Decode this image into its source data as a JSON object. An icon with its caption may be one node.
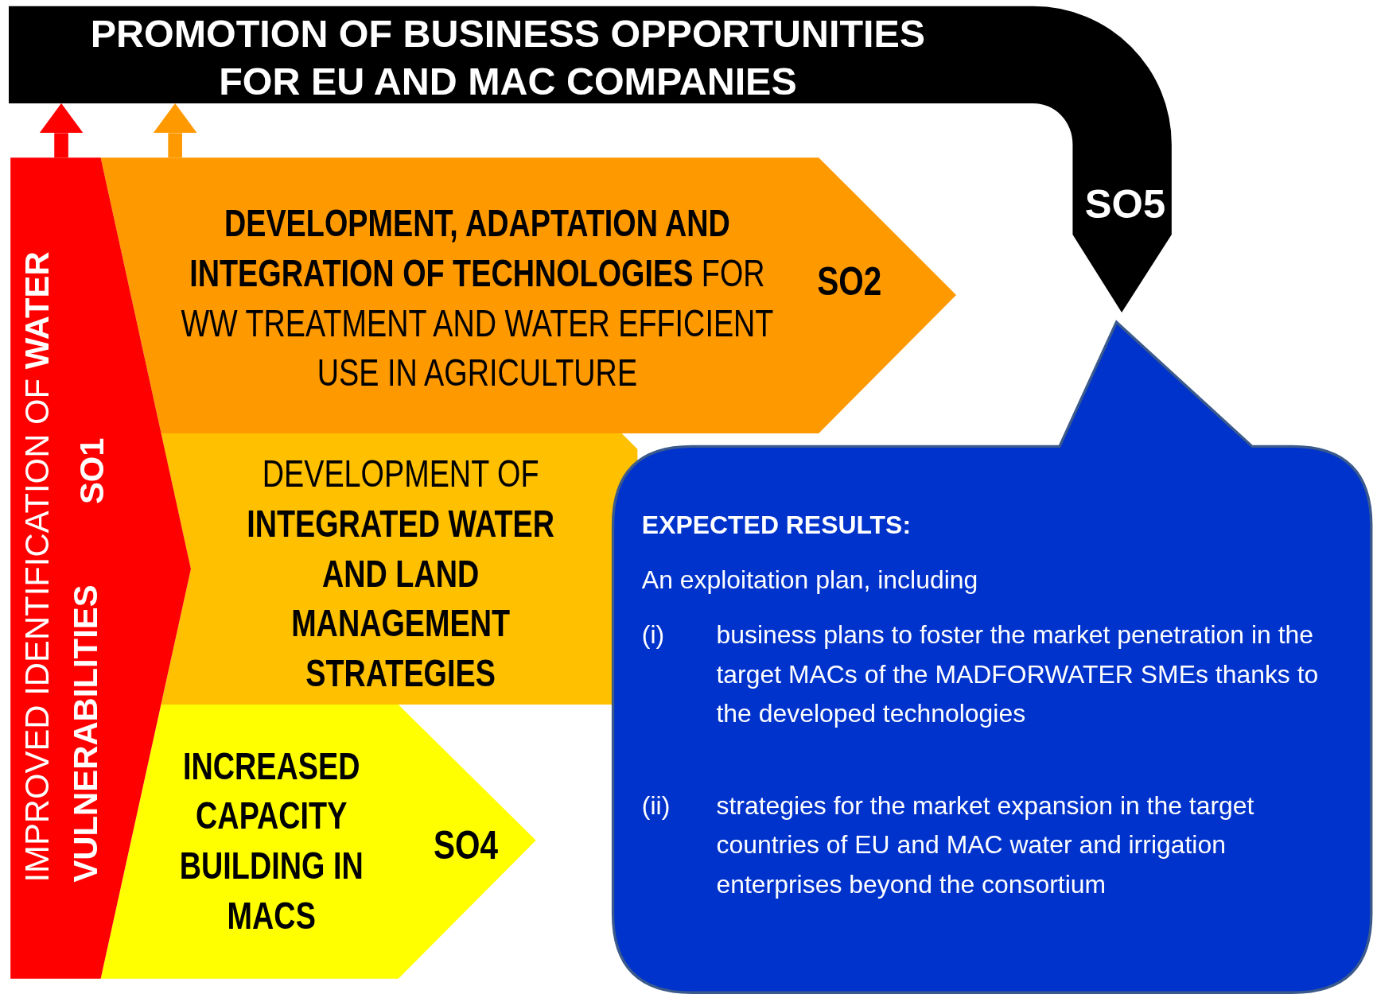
{
  "diagram": {
    "nodes": [
      {
        "text": [
          "PROMOTION OF BUSINESS OPPORTUNITIES FOR EU AND MAC COMPANIES",
          "SO5"
        ]
      },
      {
        "text": [
          "IMPROVED IDENTIFICATION OF **WATER VULNERABILITIES**",
          "SO1"
        ]
      },
      {
        "text": [
          "**DEVELOPMENT, ADAPTATION AND INTEGRATION OF TECHNOLOGIES** FOR WW TREATMENT AND WATER EFFICIENT USE IN AGRICULTURE",
          "SO2"
        ]
      },
      {
        "text": [
          "DEVELOPMENT OF **INTEGRATED WATER AND LAND MANAGEMENT STRATEGIES**"
        ]
      },
      {
        "text": [
          "INCREASED CAPACITY BUILDING IN MACS",
          "SO4"
        ]
      },
      {
        "text": [
          "EXPECTED RESULTS:",
          "An exploitation plan, including",
          "(i)",
          "business plans to foster the market penetration in the target MACs of the MADFORWATER SMEs thanks to the developed technologies",
          "(ii)",
          "strategies for the market expansion in the target countries of EU and MAC water and irrigation enterprises beyond the consortium"
        ]
      }
    ],
    "edges": [
      {
        "from": 1,
        "to": 0,
        "arrow": "to",
        "color": "#ff0000"
      },
      {
        "from": 2,
        "to": 0,
        "arrow": "to",
        "color": "#ff9900"
      }
    ]
  }
}
